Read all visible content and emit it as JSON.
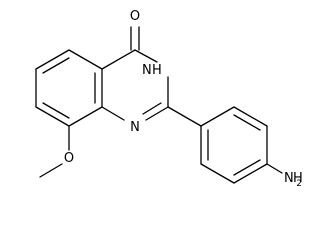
{
  "molecule": {
    "atoms": {
      "carbonyl_o": "O",
      "nh_n": "N",
      "nh_h": "H",
      "imine_n": "N",
      "methoxy_o": "O",
      "amine_n": "N",
      "amine_h": "H",
      "amine_h_count": "2"
    }
  }
}
